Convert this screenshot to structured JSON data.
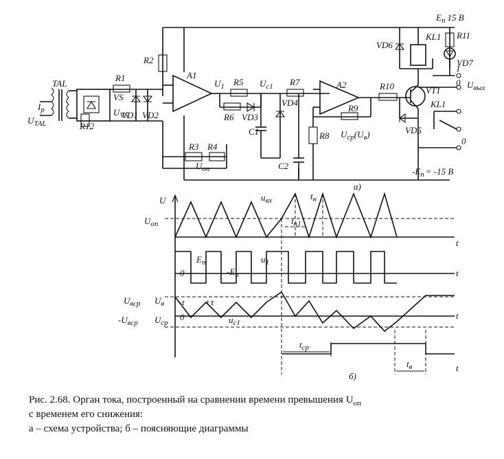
{
  "schematic": {
    "sublabel": "a)",
    "components": [
      "TAL",
      "R1",
      "R2",
      "R3",
      "R4",
      "R5",
      "R6",
      "R7",
      "R8",
      "R9",
      "R10",
      "R11",
      "R12",
      "A1",
      "A2",
      "VS",
      "VD1",
      "VD2",
      "VD3",
      "VD4",
      "VD5",
      "VD6",
      "VD7",
      "C1",
      "C2",
      "VT1",
      "KL1",
      "KL1"
    ],
    "signals": {
      "ip": "I",
      "ip_sub": "p",
      "utal": "U",
      "utal_sub": "TAL",
      "uvs": "U",
      "uvs_sub": "VS",
      "u1": "U",
      "u1_sub": "1",
      "uc1": "U",
      "uc1_sub": "c1",
      "uop": "U",
      "uop_sub": "оп",
      "ucp": "U",
      "ucp_sub": "cp",
      "ucp_rest": "(U",
      "ucp_rest_sub": "в",
      "ucp_close": ")",
      "ep15": "E",
      "ep15_sub": "п",
      "ep15_val": "15 В",
      "em15": "-E",
      "em15_sub": "п",
      "em15_val": "= -15 В",
      "uvyh": "U",
      "uvyh_sub": "вых",
      "pin1": "1",
      "pin0a": "0",
      "pin0b": "0"
    }
  },
  "timing": {
    "sublabel": "б)",
    "axis_t": "t",
    "u_axis": "U",
    "uop": "U",
    "uop_sub": "оп",
    "uvh": "u",
    "uvh_sub": "вх",
    "u1": "u",
    "u1_sub": "1",
    "ep": "E",
    "ep_sub": "п",
    "mep": "-E",
    "mep_sub": "п",
    "tn": "t",
    "tn_sub": "н",
    "tn1": "t",
    "tn1_sub": "п1",
    "uvr": "U",
    "uvr_sub": "вср",
    "muvr": "-U",
    "muvr_sub": "вср",
    "uv": "U",
    "uv_sub": "в",
    "ucp": "U",
    "ucp_sub": "ср",
    "mtau": "-τ",
    "ptau": "+τ",
    "uc1": "u",
    "uc1_sub": "c1",
    "tcp": "t",
    "tcp_sub": "ср",
    "tv": "t",
    "tv_sub": "в",
    "zero": "0"
  },
  "caption": {
    "line1": "Рис. 2.68. Орган тока, построенный на сравнении времени превышения U",
    "line1_sub": "оп",
    "line2": "с временем его снижения:",
    "line3": "а – схема устройства; б – поясняющие диаграммы"
  }
}
